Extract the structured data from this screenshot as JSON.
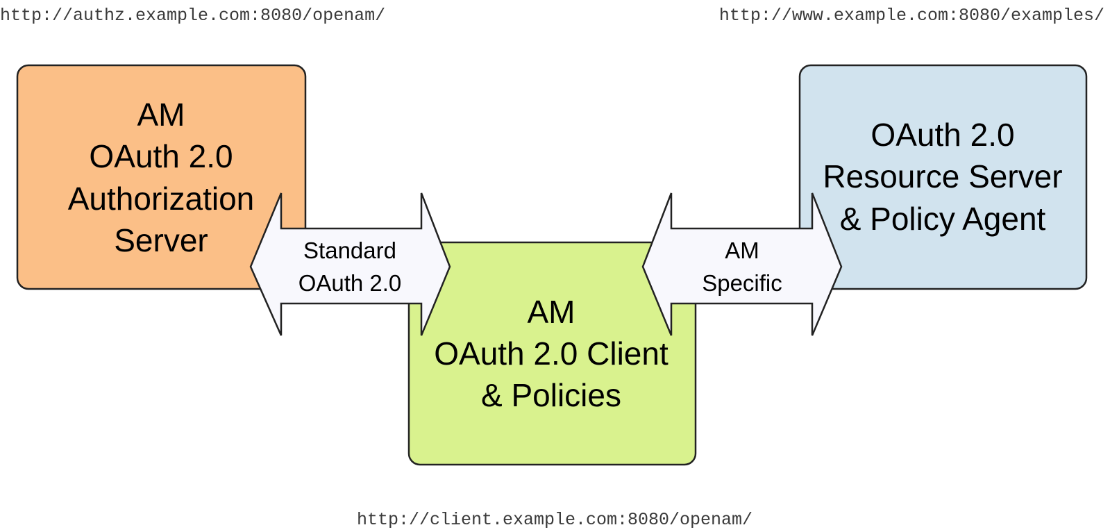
{
  "urls": {
    "authz": "http://authz.example.com:8080/openam/",
    "resource": "http://www.example.com:8080/examples/",
    "client": "http://client.example.com:8080/openam/"
  },
  "boxes": {
    "authz": {
      "lines": [
        "AM",
        "OAuth 2.0",
        "Authorization",
        "Server"
      ],
      "color": "#fbbf87"
    },
    "client": {
      "lines": [
        "AM",
        "OAuth 2.0 Client",
        "& Policies"
      ],
      "color": "#d9f28e"
    },
    "resource": {
      "lines": [
        "OAuth 2.0",
        "Resource Server",
        "& Policy Agent"
      ],
      "color": "#d1e3ee"
    }
  },
  "arrows": {
    "left": {
      "lines": [
        "Standard",
        "OAuth 2.0"
      ]
    },
    "right": {
      "lines": [
        "AM",
        "Specific"
      ]
    },
    "fill": "#f8f8fd"
  }
}
